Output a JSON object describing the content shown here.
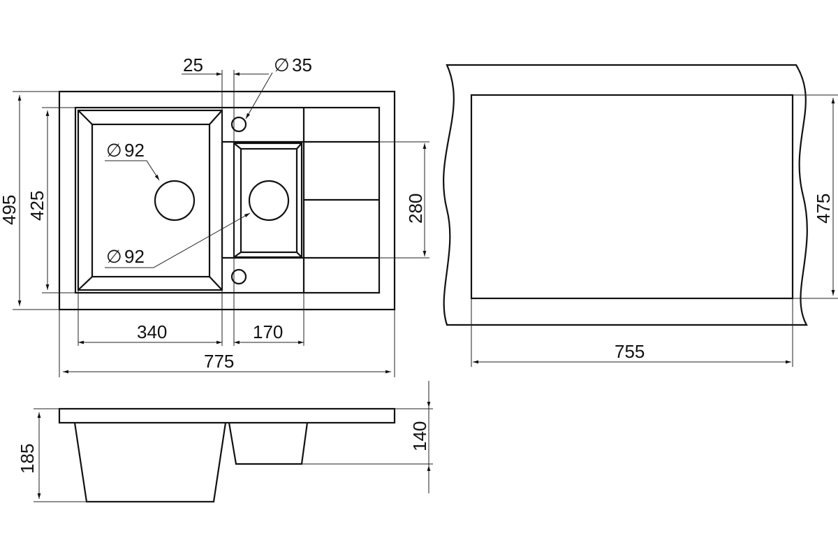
{
  "title": "Sink technical drawing",
  "dimensions": {
    "d25": "25",
    "d35": "35",
    "d92_top": "92",
    "d92_bottom": "92",
    "d495": "495",
    "d425": "425",
    "d280": "280",
    "d340": "340",
    "d170": "170",
    "d775": "775",
    "d755": "755",
    "d475": "475",
    "d185": "185",
    "d140": "140"
  },
  "symbols": {
    "diameter": "∅"
  }
}
